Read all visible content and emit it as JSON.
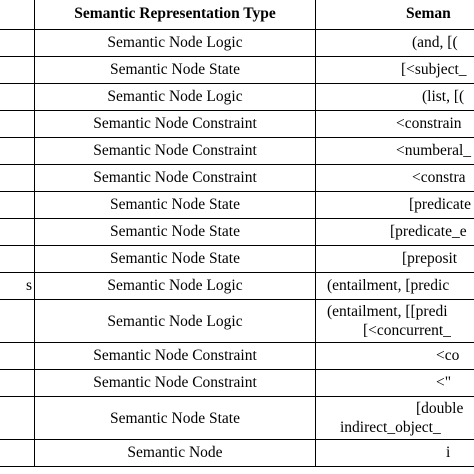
{
  "table": {
    "headers": [
      "",
      "Semantic Representation Type",
      "Seman"
    ],
    "rows": [
      {
        "c0": "",
        "type": "Semantic Node Logic",
        "value": "(and, [("
      },
      {
        "c0": "",
        "type": "Semantic Node State",
        "value": "[<subject_"
      },
      {
        "c0": "",
        "type": "Semantic Node Logic",
        "value": "(list, [("
      },
      {
        "c0": "",
        "type": "Semantic Node Constraint",
        "value": "<constrain"
      },
      {
        "c0": "",
        "type": "Semantic Node Constraint",
        "value": "<numberal_"
      },
      {
        "c0": "",
        "type": "Semantic Node Constraint",
        "value": "<constra"
      },
      {
        "c0": "",
        "type": "Semantic Node State",
        "value": "[predicate"
      },
      {
        "c0": "",
        "type": "Semantic Node State",
        "value": "[predicate_e"
      },
      {
        "c0": "",
        "type": "Semantic Node State",
        "value": "[preposit"
      },
      {
        "c0": "s",
        "type": "Semantic Node Logic",
        "value": "(entailment, [predic"
      },
      {
        "c0": "",
        "type": "Semantic Node Logic",
        "value": "(entailment, [[predi",
        "value2": "[<concurrent_"
      },
      {
        "c0": "",
        "type": "Semantic Node Constraint",
        "value": "<co"
      },
      {
        "c0": "",
        "type": "Semantic Node Constraint",
        "value": "<\""
      },
      {
        "c0": "",
        "type": "Semantic Node State",
        "value": "[double",
        "value2": "indirect_object_"
      },
      {
        "c0": "",
        "type": "Semantic Node",
        "value": "i"
      }
    ]
  }
}
